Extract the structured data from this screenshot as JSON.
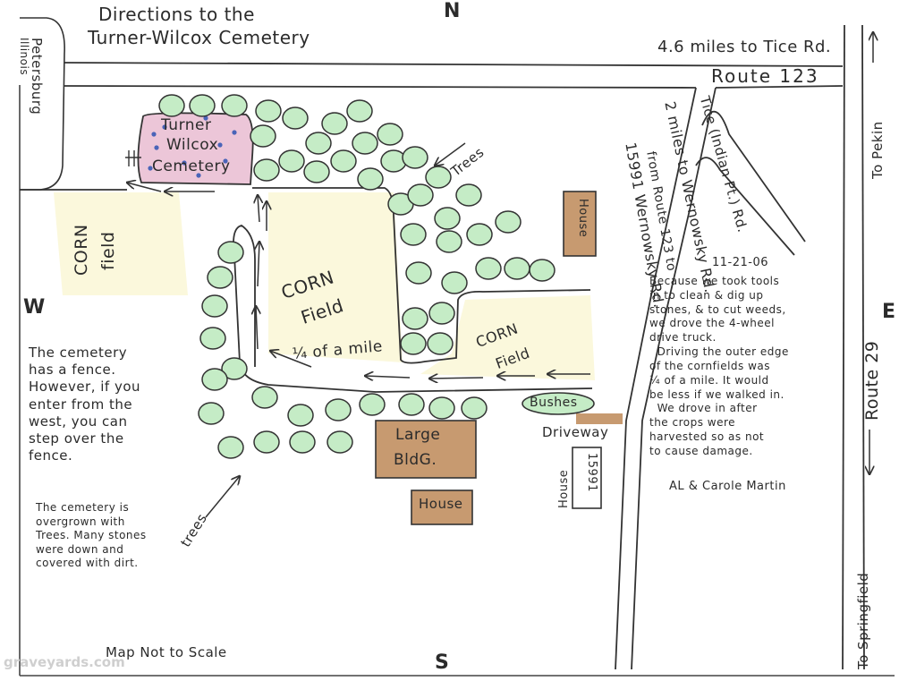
{
  "title_line1": "Directions to the",
  "title_line2": "Turner-Wilcox Cemetery",
  "compass": {
    "north": "N",
    "south": "S",
    "east": "E",
    "west": "W"
  },
  "roads": {
    "route123": "Route 123",
    "distance_tice": "4.6 miles to Tice Rd.",
    "tice_road": "Tice (Indian Pt.) Rd.",
    "route29": "Route 29",
    "to_pekin": "To Pekin",
    "to_springfield": "To Springfield",
    "petersburg": "Petersburg",
    "illinois": "Illinois",
    "wernowsky_distance": "2 miles to Wernowsky Rd.",
    "wernowsky_address": "15991 Wernowsky Rd.",
    "from_route123": "from Route 123 to"
  },
  "cemetery": {
    "line1": "Turner",
    "line2": "Wilcox",
    "line3": "Cemetery"
  },
  "labels": {
    "trees": "Trees",
    "corn": "CORN",
    "field": "Field",
    "corn_field_west_1": "CORN",
    "corn_field_west_2": "field",
    "quarter_mile": "¼ of a mile",
    "bushes": "Bushes",
    "driveway": "Driveway",
    "house": "House",
    "large_bldg_1": "Large",
    "large_bldg_2": "BldG.",
    "house_number": "15991",
    "trees_south": "trees"
  },
  "notes": {
    "date": "11-21-06",
    "right": "Because we took tools\nin to clean & dig up\nstones, & to cut weeds,\nwe drove the 4-wheel\ndrive truck.\n  Driving the outer edge\nof the cornfields was\n¼ of a mile. It would\nbe less if we walked in.\n  We drove in after\nthe crops were\nharvested so as not\nto cause damage.",
    "signature": "AL & Carole Martin",
    "left1": "The cemetery\nhas a fence.\nHowever, if you\nenter from the\nwest, you can\nstep over the\nfence.",
    "left2": "The cemetery is\novergrown with\nTrees. Many stones\nwere down and\ncovered with dirt."
  },
  "footer": {
    "scale": "Map Not to Scale",
    "watermark": "graveyards.com"
  },
  "colors": {
    "tree_fill": "#c5ecc6",
    "building_fill": "#c79a70",
    "cemetery_fill": "#ecc6d8",
    "ink": "#2b2b2b",
    "cornfield": "#fbf8dc"
  },
  "icons": [
    "tree-icon",
    "arrow-icon",
    "fence-icon",
    "grave-dot-icon"
  ]
}
